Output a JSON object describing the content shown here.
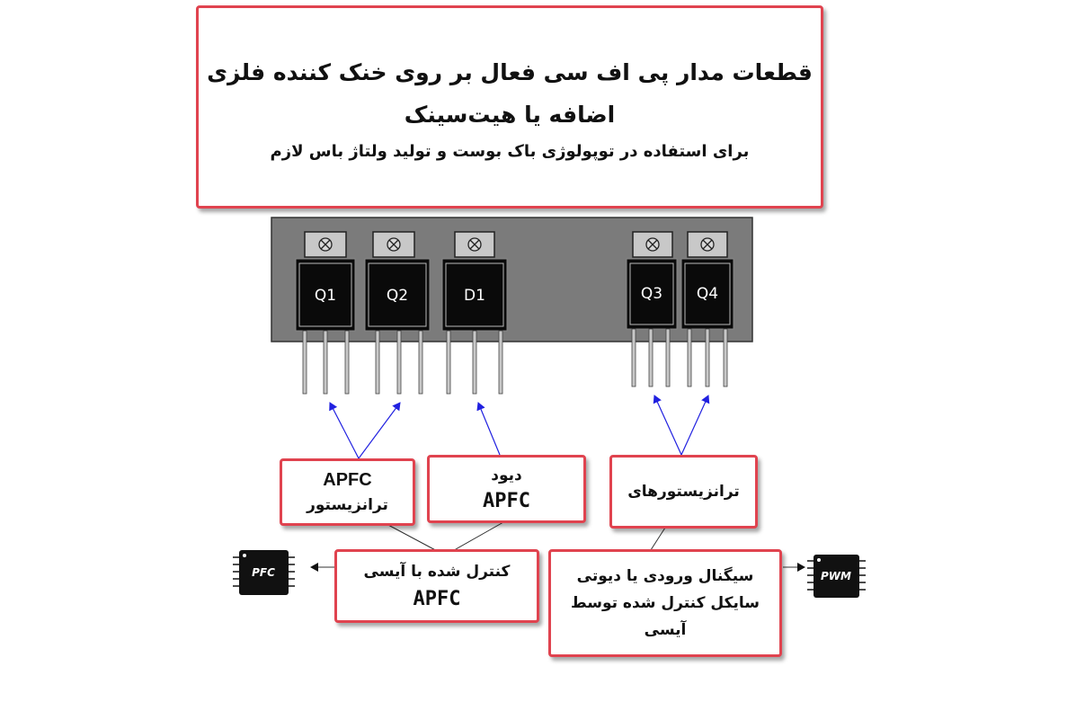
{
  "title": {
    "line1": "قطعات مدار پی اف سی فعال بر روی خنک کننده فلزی",
    "line2": "اضافه یا هیت‌سینک",
    "line3": "برای استفاده در توپولوژی باک بوست  و تولید ولتاژ باس لازم"
  },
  "components": [
    "Q1",
    "Q2",
    "D1",
    "Q3",
    "Q4"
  ],
  "labels": {
    "apfc_transistor": {
      "en": "APFC",
      "fa": "ترانزیستور"
    },
    "apfc_diode": {
      "fa": "دیود",
      "en": "APFC"
    },
    "transistors": {
      "fa": "ترانزیستورهای"
    },
    "apfc_control": {
      "fa": "کنترل شده با آیسی",
      "en": "APFC"
    },
    "pwm_control": {
      "line1": "سیگنال ورودی یا دیوتی",
      "line2": "سایکل کنترل شده توسط",
      "line3": "آیسی"
    }
  },
  "chips": {
    "pfc": "PFC",
    "pwm": "PWM"
  },
  "colors": {
    "box_border": "#e0434f",
    "arrow": "#2020e0",
    "heatsink": "#7b7b7b",
    "package": "#0a0a0a"
  }
}
